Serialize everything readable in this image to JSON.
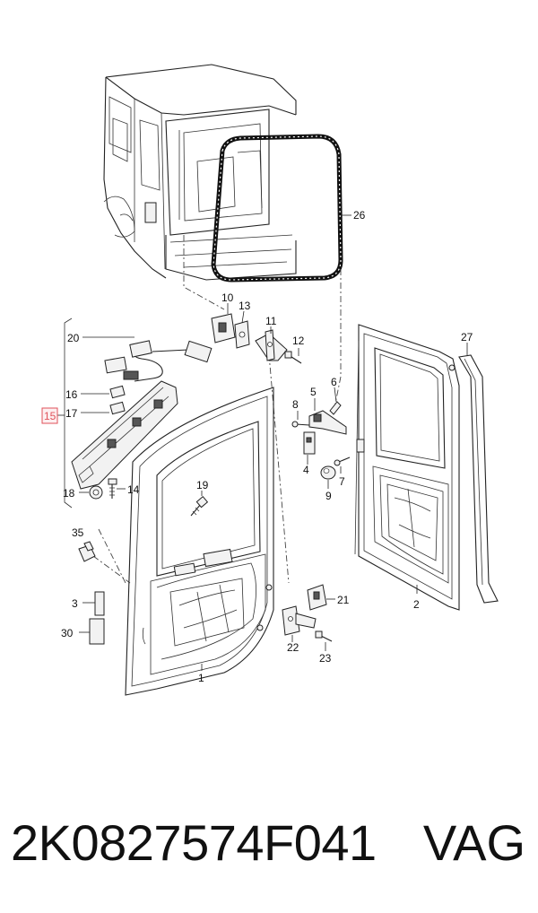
{
  "diagram": {
    "callouts": {
      "c1": "1",
      "c2": "2",
      "c3": "3",
      "c4": "4",
      "c5": "5",
      "c6": "6",
      "c7": "7",
      "c8": "8",
      "c9": "9",
      "c10": "10",
      "c11": "11",
      "c12": "12",
      "c13": "13",
      "c14": "14",
      "c15": "15",
      "c16": "16",
      "c17": "17",
      "c18": "18",
      "c19": "19",
      "c20": "20",
      "c21": "21",
      "c22": "22",
      "c23": "23",
      "c26": "26",
      "c27": "27",
      "c30": "30",
      "c35": "35"
    },
    "highlight_color": "#e0525a"
  },
  "footer": {
    "part_number": "2K0827574F041",
    "brand": "VAG"
  }
}
